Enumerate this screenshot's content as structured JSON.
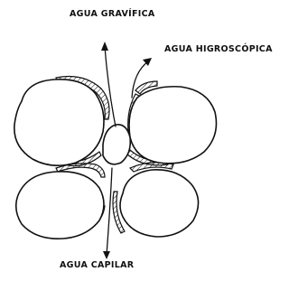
{
  "diagram": {
    "labels": {
      "gravitational_water": "AGUA GRAVÍFICA",
      "hygroscopic_water": "AGUA HIGROSCÓPICA",
      "capillary_water": "AGUA CAPILAR"
    }
  }
}
